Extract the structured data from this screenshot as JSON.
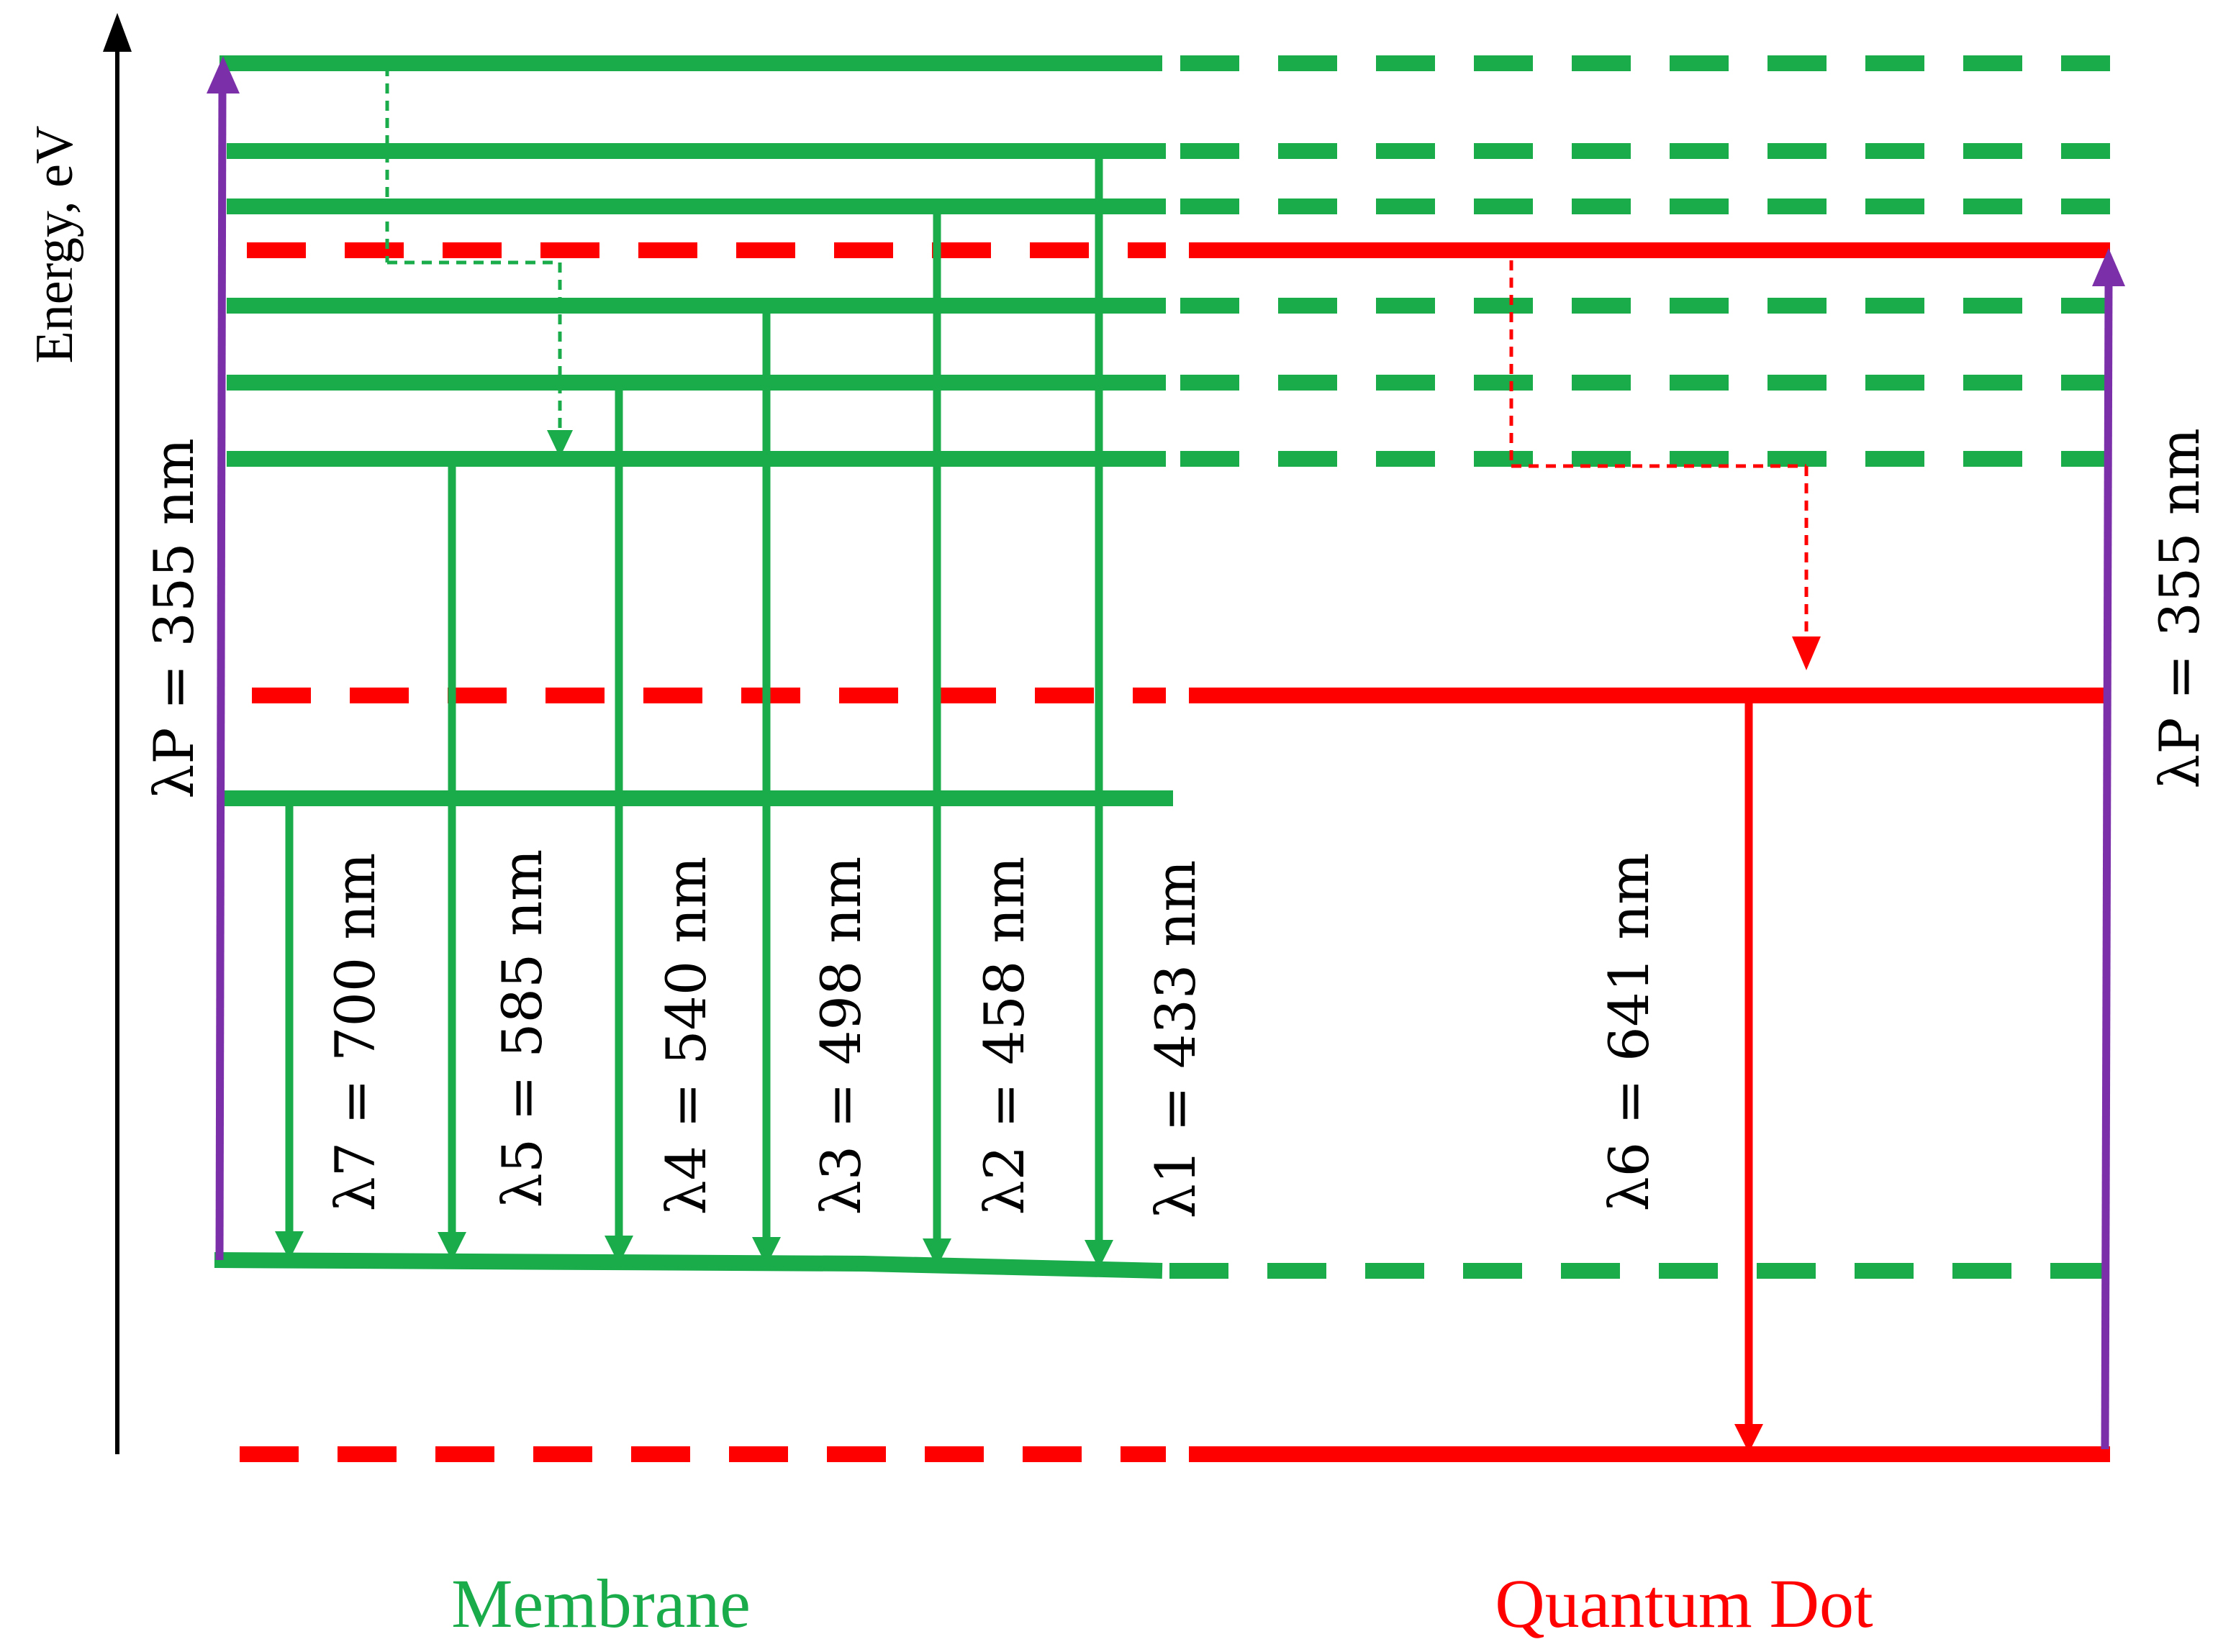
{
  "axis": {
    "y_label": "Energy, eV"
  },
  "sections": {
    "membrane": {
      "label": "Membrane",
      "color": "#1aac4b"
    },
    "quantum_dot": {
      "label": "Quantum Dot",
      "color": "#ff0000"
    }
  },
  "pump": {
    "color": "#7b2fa8",
    "left_label": "λP = 355 nm",
    "right_label": "λP = 355 nm"
  },
  "transitions": [
    {
      "id": "l7",
      "label": "λ7 = 700 nm",
      "color": "#1aac4b"
    },
    {
      "id": "l5",
      "label": "λ5 = 585 nm",
      "color": "#1aac4b"
    },
    {
      "id": "l4",
      "label": "λ4 = 540 nm",
      "color": "#1aac4b"
    },
    {
      "id": "l3",
      "label": "λ3 = 498 nm",
      "color": "#1aac4b"
    },
    {
      "id": "l2",
      "label": "λ2 = 458 nm",
      "color": "#1aac4b"
    },
    {
      "id": "l1",
      "label": "λ1 = 433 nm",
      "color": "#1aac4b"
    },
    {
      "id": "l6",
      "label": "λ6 = 641 nm",
      "color": "#ff0000"
    }
  ]
}
